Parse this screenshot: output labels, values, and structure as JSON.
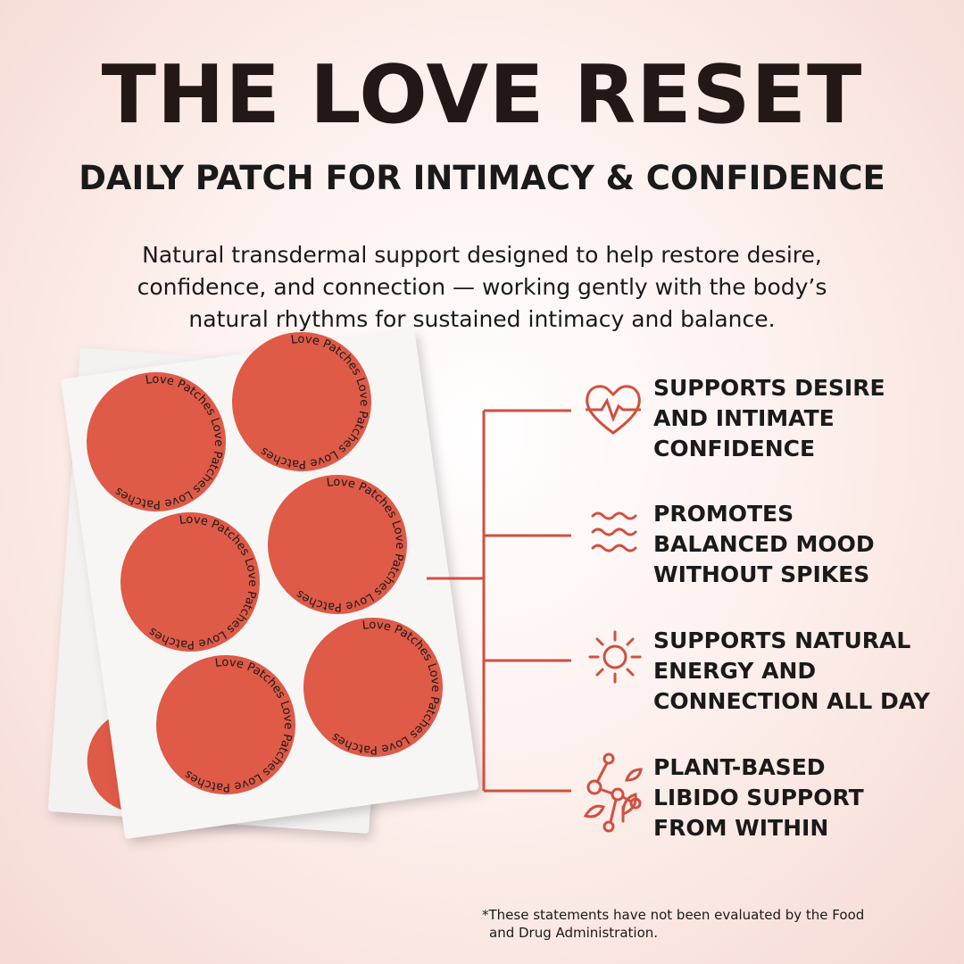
{
  "title": "THE LOVE RESET",
  "subtitle": "DAILY PATCH FOR INTIMACY & CONFIDENCE",
  "description": [
    "Natural transdermal support designed to help restore desire,",
    "confidence, and connection — working gently with the body’s",
    "natural rhythms for sustained intimacy and balance."
  ],
  "patch_text": "Love Patches Love Patches Love Patches",
  "colors": {
    "accent": "#d0503f",
    "patch": "#df5a47",
    "text": "#231815"
  },
  "benefits": [
    {
      "icon": "heart-pulse-icon",
      "lines": [
        "SUPPORTS DESIRE",
        "AND INTIMATE",
        "CONFIDENCE"
      ]
    },
    {
      "icon": "waves-icon",
      "lines": [
        "PROMOTES",
        "BALANCED MOOD",
        "WITHOUT SPIKES"
      ]
    },
    {
      "icon": "sun-icon",
      "lines": [
        "SUPPORTS NATURAL",
        "ENERGY AND",
        "CONNECTION ALL DAY"
      ]
    },
    {
      "icon": "plant-molecule-icon",
      "lines": [
        "PLANT-BASED",
        "LIBIDO SUPPORT",
        "FROM WITHIN"
      ]
    }
  ],
  "disclaimer": [
    "*These statements have not been evaluated by the Food",
    "and Drug Administration."
  ]
}
